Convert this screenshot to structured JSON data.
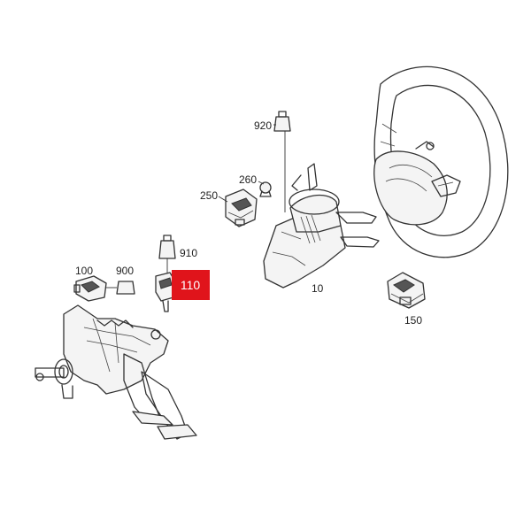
{
  "parts": [
    {
      "id": "p10",
      "number": "10",
      "highlighted": false
    },
    {
      "id": "p100",
      "number": "100",
      "highlighted": false
    },
    {
      "id": "p110",
      "number": "110",
      "highlighted": true
    },
    {
      "id": "p150",
      "number": "150",
      "highlighted": false
    },
    {
      "id": "p250",
      "number": "250",
      "highlighted": false
    },
    {
      "id": "p260",
      "number": "260",
      "highlighted": false
    },
    {
      "id": "p900",
      "number": "900",
      "highlighted": false
    },
    {
      "id": "p910",
      "number": "910",
      "highlighted": false
    },
    {
      "id": "p920",
      "number": "920",
      "highlighted": false
    }
  ],
  "highlight_color": "#e0141b"
}
